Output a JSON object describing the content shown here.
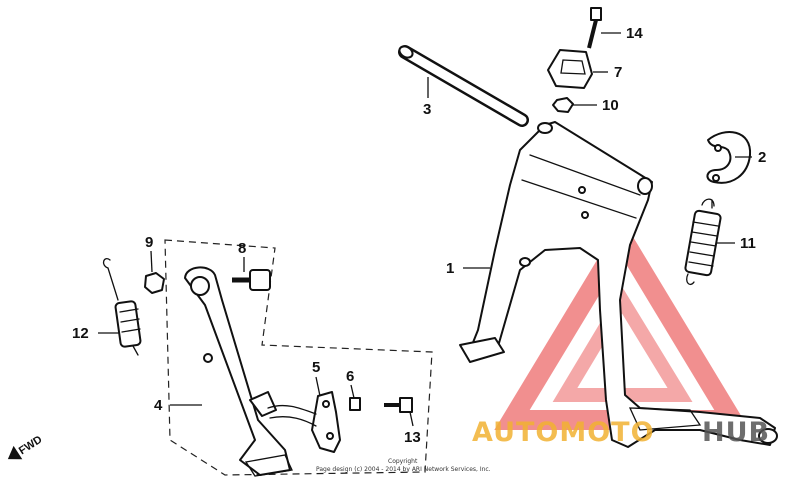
{
  "callouts": {
    "p1": "1",
    "p2": "2",
    "p3": "3",
    "p4": "4",
    "p5": "5",
    "p6": "6",
    "p7": "7",
    "p8": "8",
    "p9": "9",
    "p10": "10",
    "p11": "11",
    "p12": "12",
    "p13": "13",
    "p14": "14"
  },
  "direction_label": "FWD",
  "copyright": {
    "line1": "Copyright",
    "line2": "Page design (c) 2004 - 2014 by ARI Network Services, Inc."
  },
  "watermark": {
    "brand_part1": "AUTOMOTO",
    "brand_part2": "HUB",
    "colors": {
      "triangle": "#e84545",
      "part1": "#f2b233",
      "part2": "#555555"
    }
  }
}
